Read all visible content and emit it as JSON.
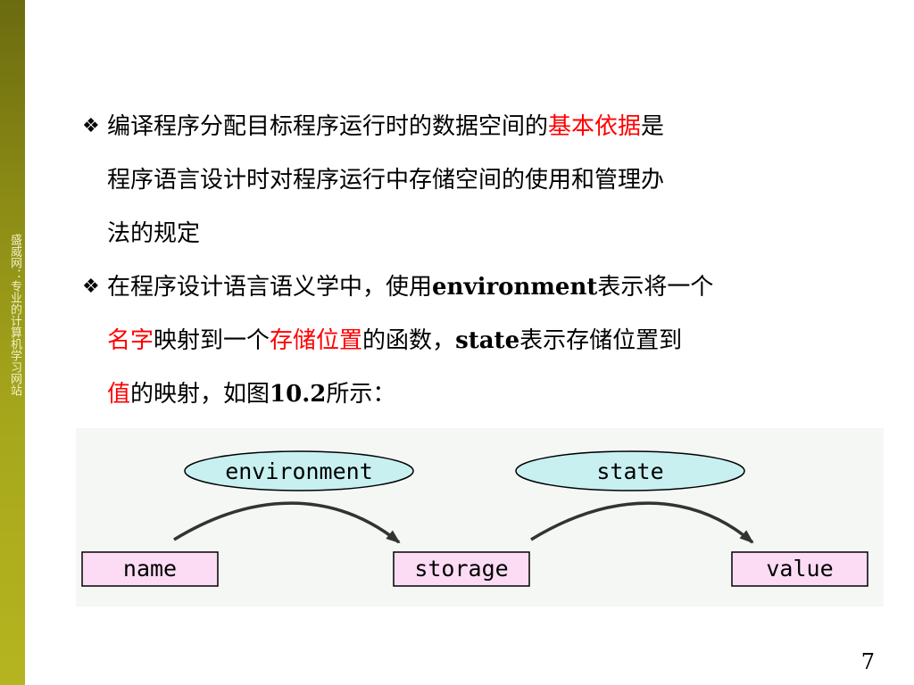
{
  "sidebar": {
    "watermark": "盛威网：专业的计算机学习网站"
  },
  "bullets": [
    {
      "marker": "❖",
      "line1_pre": "编译程序分配目标程序运行时的数据空间的",
      "line1_red": "基本依据",
      "line1_post": "是",
      "line2": "程序语言设计时对程序运行中存储空间的使用和管理办",
      "line3": "法的规定"
    },
    {
      "marker": "❖",
      "line1_pre": "在程序设计语言语义学中，使用",
      "line1_bold": "environment",
      "line1_post": "表示将一个",
      "line2_red1": "名字",
      "line2_mid1": "映射到一个",
      "line2_red2": "存储位置",
      "line2_mid2": "的函数，",
      "line2_bold": "state",
      "line2_post": "表示存储位置到",
      "line3_red": "值",
      "line3_mid": "的映射，如图",
      "line3_bold": "10.2",
      "line3_post": "所示："
    }
  ],
  "diagram": {
    "ellipses": [
      "environment",
      "state"
    ],
    "boxes": [
      "name",
      "storage",
      "value"
    ],
    "colors": {
      "ellipse_fill": "#c8f0f0",
      "box_fill": "#fcdcf4",
      "stroke": "#000000"
    }
  },
  "page_number": "7"
}
